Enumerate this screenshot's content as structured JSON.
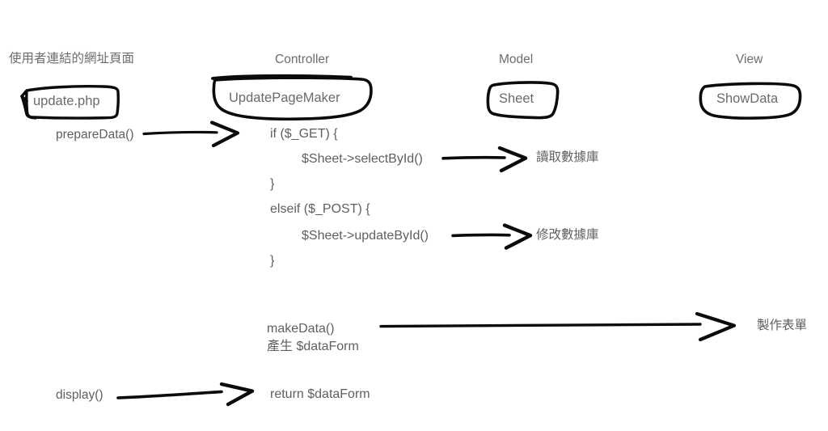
{
  "diagram": {
    "title": "MVC update page flow",
    "background_color": "#ffffff",
    "ink_color": "#0a0a0a",
    "text_color": "#5f5f5f",
    "columns": [
      {
        "id": "user-page",
        "label": "使用者連結的網址頁面"
      },
      {
        "id": "controller",
        "label": "Controller"
      },
      {
        "id": "model",
        "label": "Model"
      },
      {
        "id": "view",
        "label": "View"
      }
    ],
    "nodes": [
      {
        "id": "update-php",
        "label": "update.php"
      },
      {
        "id": "update-page-maker",
        "label": "UpdatePageMaker"
      },
      {
        "id": "sheet",
        "label": "Sheet"
      },
      {
        "id": "show-data",
        "label": "ShowData"
      }
    ],
    "calls": [
      {
        "id": "prepare-data",
        "label": "prepareData()"
      },
      {
        "id": "display",
        "label": "display()"
      }
    ],
    "code_lines": [
      {
        "id": "if-get",
        "text": "if ($_GET) {"
      },
      {
        "id": "select-by-id",
        "text": "$Sheet->selectById()"
      },
      {
        "id": "close-if",
        "text": "}"
      },
      {
        "id": "elseif-post",
        "text": "elseif ($_POST) {"
      },
      {
        "id": "update-by-id",
        "text": "$Sheet->updateById()"
      },
      {
        "id": "close-elseif",
        "text": "}"
      },
      {
        "id": "make-data",
        "text": "makeData()\n產生 $dataForm"
      },
      {
        "id": "return-data-form",
        "text": "return $dataForm"
      }
    ],
    "annotations": [
      {
        "id": "read-db",
        "label": "讀取數據庫"
      },
      {
        "id": "modify-db",
        "label": "修改數據庫"
      },
      {
        "id": "make-form",
        "label": "製作表單"
      }
    ]
  }
}
